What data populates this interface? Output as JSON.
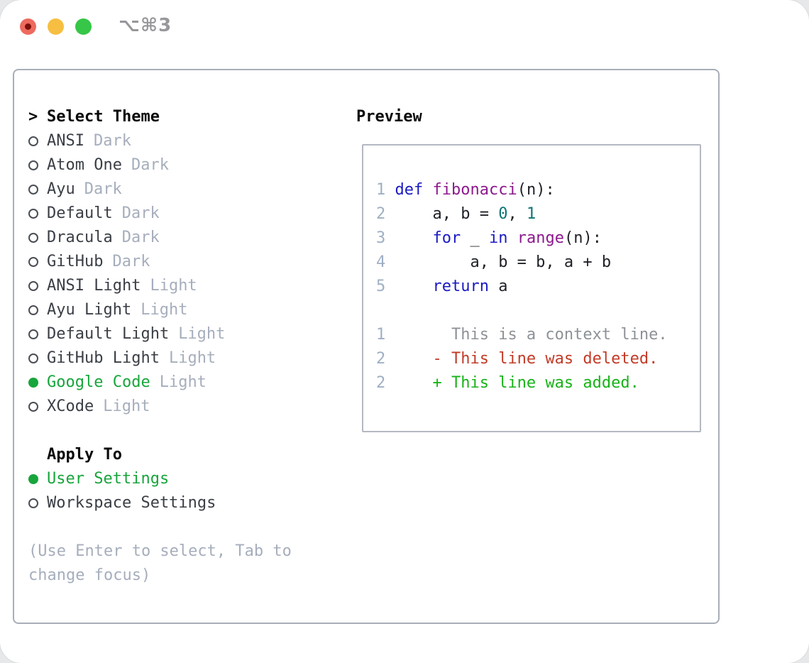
{
  "window": {
    "title": "⌥⌘3"
  },
  "colors": {
    "accent_green": "#18a53c",
    "diff_added": "#17b317",
    "diff_deleted": "#c23b27",
    "code_keyword": "#1a1ac2",
    "code_function": "#8c1a8c",
    "code_number": "#0e7474",
    "muted": "#a6aebc",
    "traffic_red": "#ee6a5e",
    "traffic_yellow": "#f6bf41",
    "traffic_green": "#36c648"
  },
  "theme_list": {
    "prompt": ">",
    "header": "Select Theme",
    "items": [
      {
        "name": "ANSI",
        "variant": "Dark",
        "selected": false
      },
      {
        "name": "Atom One",
        "variant": "Dark",
        "selected": false
      },
      {
        "name": "Ayu",
        "variant": "Dark",
        "selected": false
      },
      {
        "name": "Default",
        "variant": "Dark",
        "selected": false
      },
      {
        "name": "Dracula",
        "variant": "Dark",
        "selected": false
      },
      {
        "name": "GitHub",
        "variant": "Dark",
        "selected": false
      },
      {
        "name": "ANSI Light",
        "variant": "Light",
        "selected": false
      },
      {
        "name": "Ayu Light",
        "variant": "Light",
        "selected": false
      },
      {
        "name": "Default Light",
        "variant": "Light",
        "selected": false
      },
      {
        "name": "GitHub Light",
        "variant": "Light",
        "selected": false
      },
      {
        "name": "Google Code",
        "variant": "Light",
        "selected": true
      },
      {
        "name": "XCode",
        "variant": "Light",
        "selected": false
      }
    ]
  },
  "apply_to": {
    "header": "Apply To",
    "items": [
      {
        "name": "User Settings",
        "selected": true
      },
      {
        "name": "Workspace Settings",
        "selected": false
      }
    ]
  },
  "hint_lines": [
    "(Use Enter to select, Tab to",
    "change focus)"
  ],
  "preview": {
    "header": "Preview",
    "code_lines": [
      {
        "no": "1",
        "segments": [
          {
            "text": "def",
            "cls": "kwd"
          },
          {
            "text": " ",
            "cls": "pln"
          },
          {
            "text": "fibonacci",
            "cls": "fn"
          },
          {
            "text": "(n):",
            "cls": "pln"
          }
        ]
      },
      {
        "no": "2",
        "segments": [
          {
            "text": "    a, b = ",
            "cls": "pln"
          },
          {
            "text": "0",
            "cls": "num"
          },
          {
            "text": ", ",
            "cls": "pln"
          },
          {
            "text": "1",
            "cls": "num"
          }
        ]
      },
      {
        "no": "3",
        "segments": [
          {
            "text": "    ",
            "cls": "pln"
          },
          {
            "text": "for",
            "cls": "kwd"
          },
          {
            "text": " _ ",
            "cls": "pln"
          },
          {
            "text": "in",
            "cls": "kwd"
          },
          {
            "text": " ",
            "cls": "pln"
          },
          {
            "text": "range",
            "cls": "fn"
          },
          {
            "text": "(n):",
            "cls": "pln"
          }
        ]
      },
      {
        "no": "4",
        "segments": [
          {
            "text": "        a, b = b, a + b",
            "cls": "pln"
          }
        ]
      },
      {
        "no": "5",
        "segments": [
          {
            "text": "    ",
            "cls": "pln"
          },
          {
            "text": "return",
            "cls": "kwd"
          },
          {
            "text": " a",
            "cls": "pln"
          }
        ]
      },
      {
        "no": "",
        "segments": []
      },
      {
        "no": "1",
        "segments": [
          {
            "text": "      This is a context line.",
            "cls": "ctx"
          }
        ]
      },
      {
        "no": "2",
        "segments": [
          {
            "text": "    - This line was deleted.",
            "cls": "del"
          }
        ]
      },
      {
        "no": "2",
        "segments": [
          {
            "text": "    + This line was added.",
            "cls": "add"
          }
        ]
      }
    ]
  }
}
